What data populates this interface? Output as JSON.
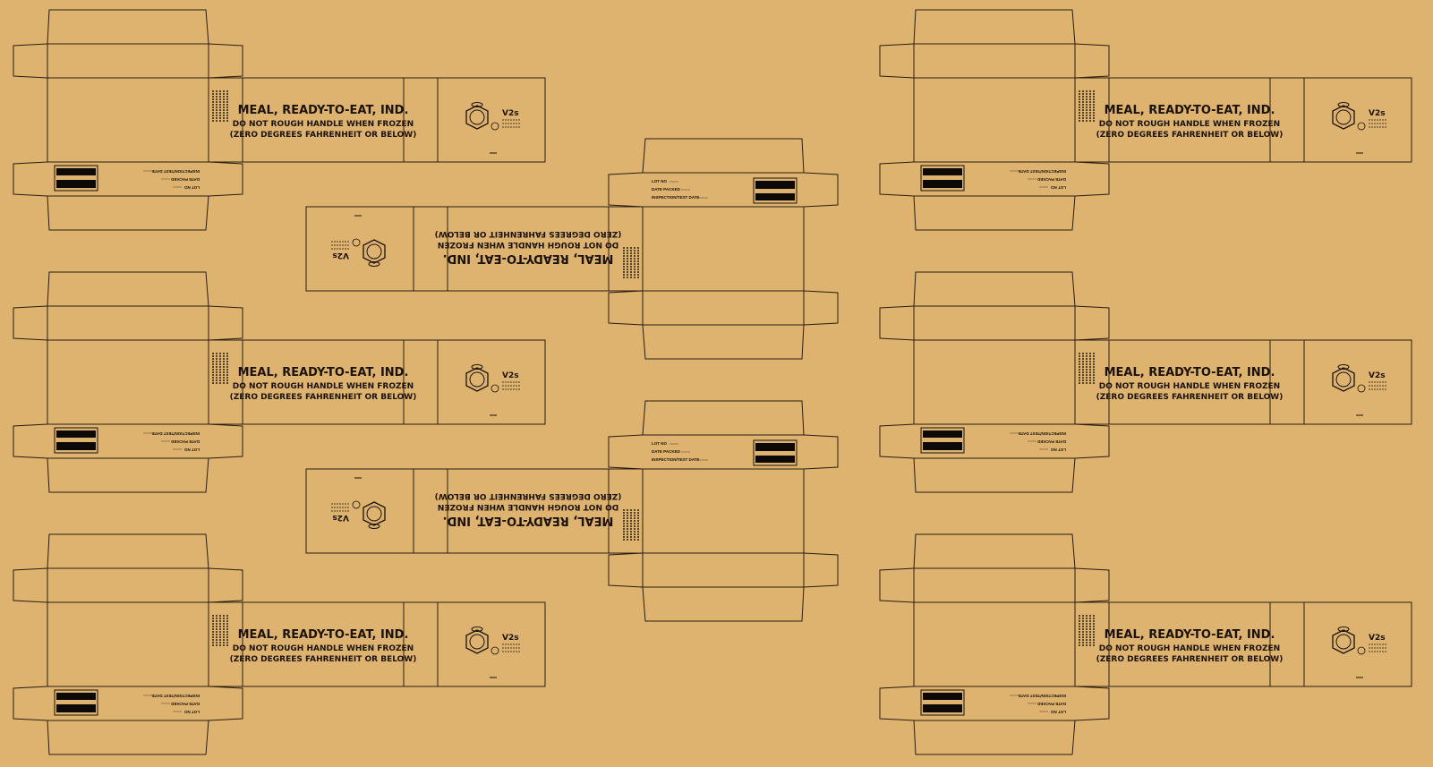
{
  "colors": {
    "background": "#deb26f",
    "ink": "#1a120b"
  },
  "carton": {
    "title": "MEAL, READY-TO-EAT, IND.",
    "line2": "DO NOT ROUGH HANDLE WHEN FROZEN",
    "line3": "(ZERO DEGREES FAHRENHEIT OR BELOW)",
    "brand": "V2s",
    "lot_label": "LOT NO",
    "date_label": "DATE PACKED",
    "inspect_label": "INSPECTION/TEST DATE",
    "emblem_icon": "hexagon-emblem-icon",
    "moon_icon": "crescent-moon-icon"
  },
  "layouts": [
    {
      "id": "left-1",
      "rotated": false
    },
    {
      "id": "left-2",
      "rotated": false
    },
    {
      "id": "left-3",
      "rotated": false
    },
    {
      "id": "right-1",
      "rotated": false
    },
    {
      "id": "right-2",
      "rotated": false
    },
    {
      "id": "right-3",
      "rotated": false
    },
    {
      "id": "center-1",
      "rotated": true
    },
    {
      "id": "center-2",
      "rotated": true
    }
  ]
}
